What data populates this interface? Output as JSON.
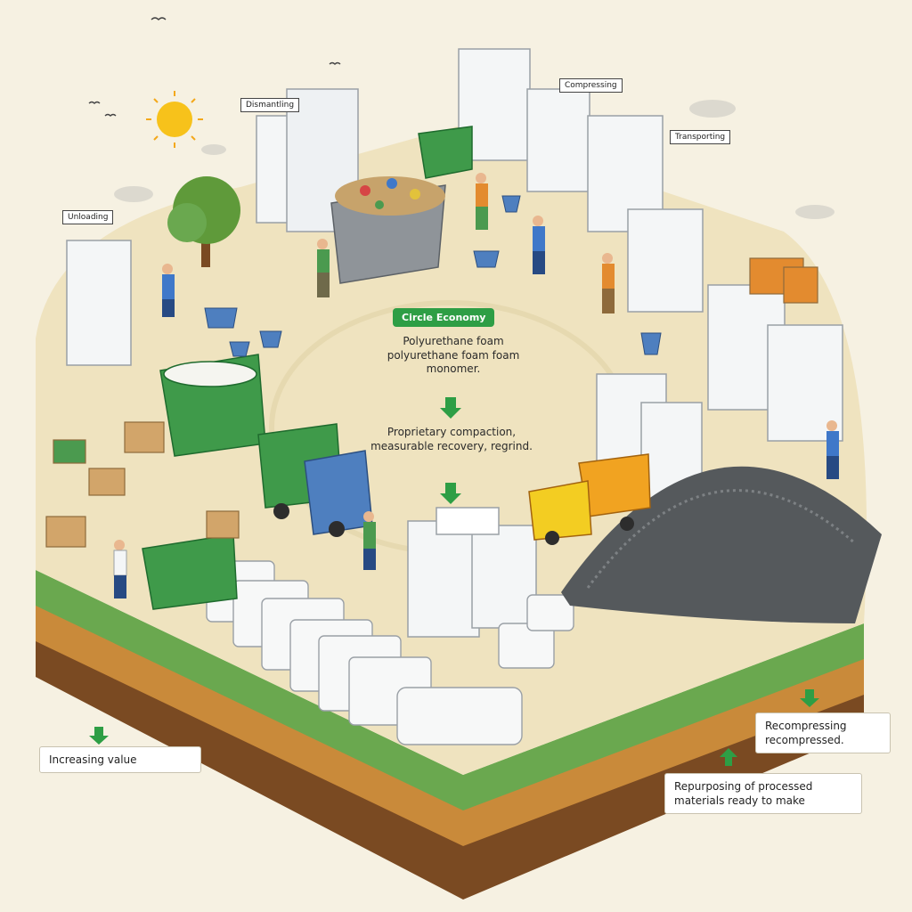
{
  "center": {
    "badge": "Circle Economy",
    "step1": "Polyurethane foam polyurethane foam foam monomer.",
    "step2": "Proprietary compaction, measurable recovery, regrind."
  },
  "tags": {
    "top_left": "Dismantling",
    "top_center": "Compressing",
    "top_right": "Transporting",
    "left": "Unloading"
  },
  "notes": {
    "bottom_left": "Increasing value",
    "bottom_right_1": "Recompressing recompressed.",
    "bottom_right_2": "Repurposing of processed materials ready to make"
  },
  "colors": {
    "accent_green": "#2e9e45",
    "sand": "#efe3bf",
    "grass": "#6aa84f",
    "soil": "#c98a3a"
  }
}
